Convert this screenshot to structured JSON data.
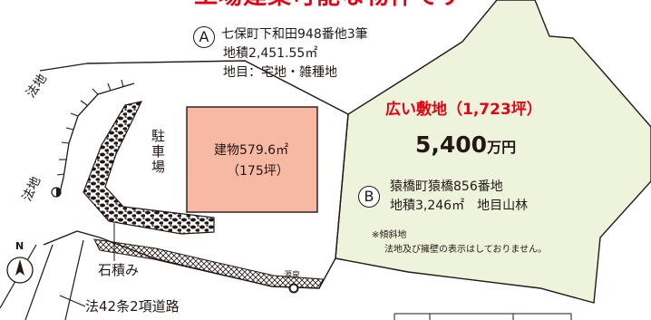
{
  "banner": {
    "text": "工場建築可能な物件です"
  },
  "parcel_a": {
    "marker": "A",
    "address": "七保町下和田948番他3筆",
    "area": "地積2,451.55㎡",
    "land_use": "地目：宅地・雑種地"
  },
  "parcel_b": {
    "marker": "B",
    "address": "猿橋町猿橋856番地",
    "area": "地積3,246㎡　地目山林",
    "note_title": "※傾斜地",
    "note_body": "法地及び擁壁の表示はしておりません。"
  },
  "highlight": {
    "spacious": "広い敷地（1,723坪）",
    "price_number": "5,400",
    "price_unit": "万円"
  },
  "building": {
    "area": "建物579.6㎡",
    "tsubo": "（175坪）"
  },
  "labels": {
    "parking": "駐車場",
    "slope_top": "法地",
    "slope_bottom": "法地",
    "stone_wall": "石積み",
    "road": "法42条2項道路",
    "spring": "源泉",
    "north": "N"
  },
  "colors": {
    "banner_red": "#e60012",
    "parcel_b_fill": "#eef3dc",
    "building_fill": "#f7b9a3",
    "line": "#231815"
  }
}
